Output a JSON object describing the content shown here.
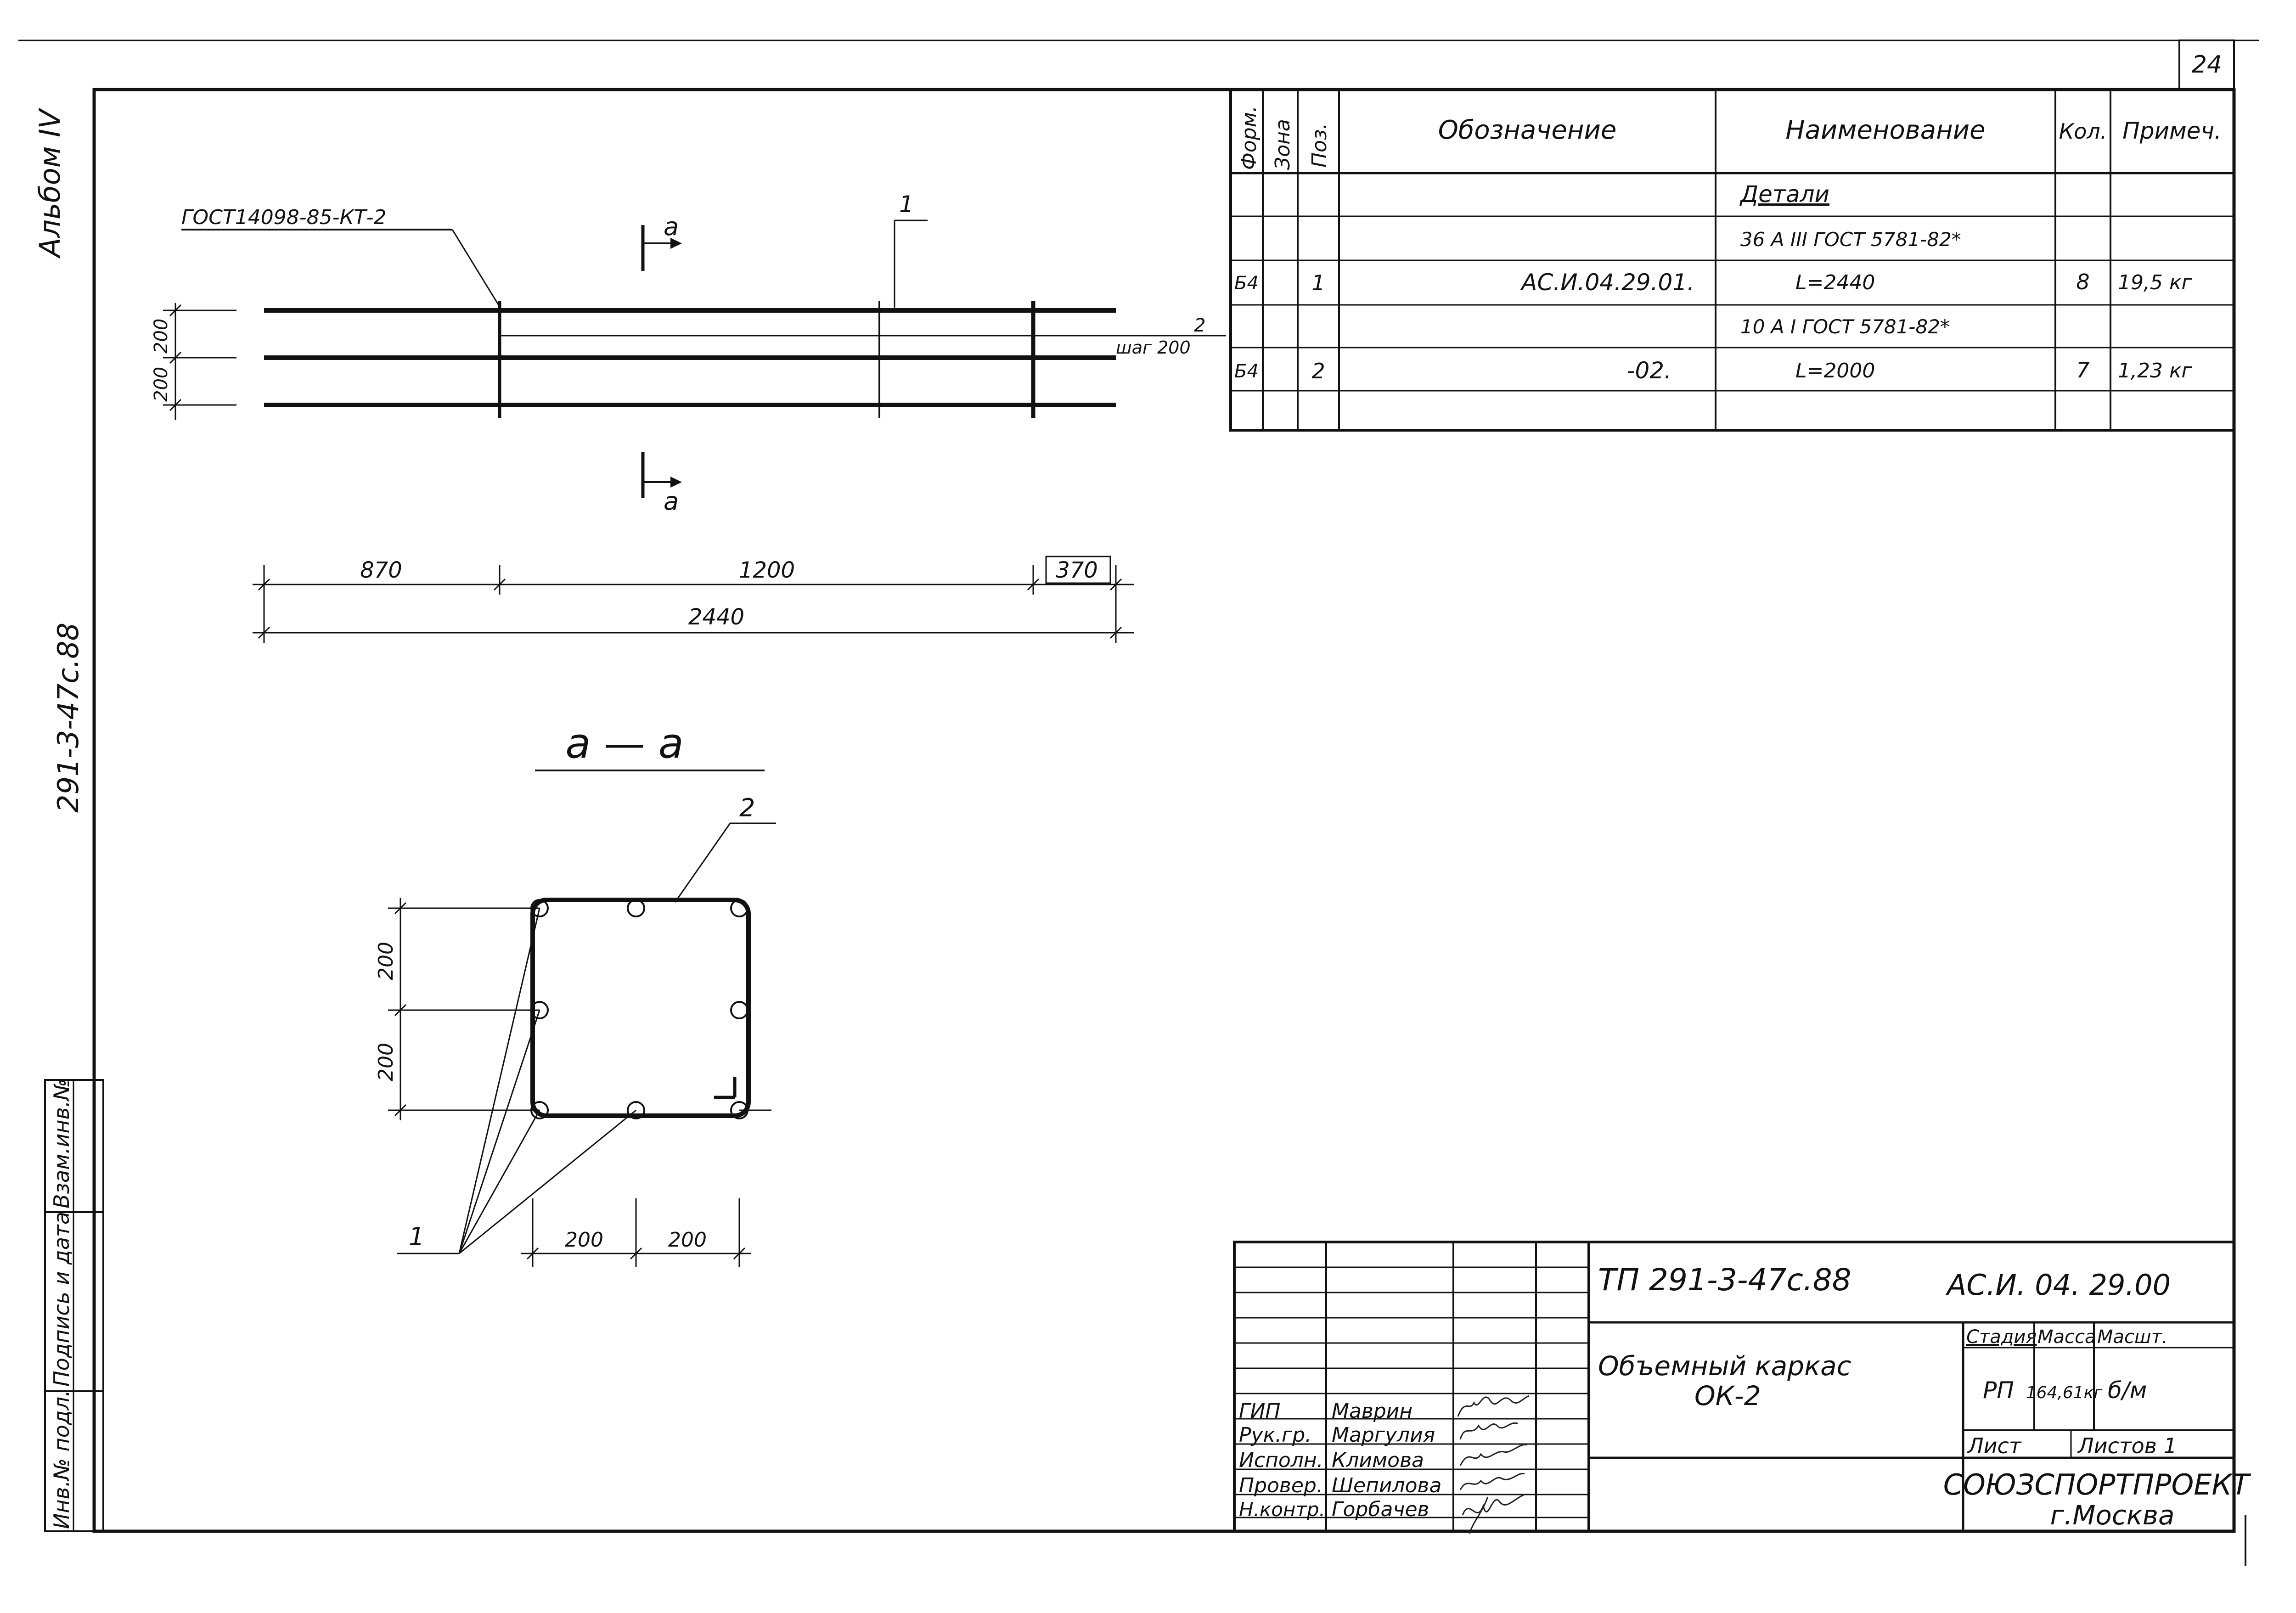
{
  "sheet_number": "24",
  "side_margin": {
    "album": "Альбом IV",
    "project_code": "291-3-47с.88",
    "stamp_labels": [
      "Инв.№ подл.",
      "Подпись и дата",
      "Взам.инв.№"
    ]
  },
  "spec_table": {
    "headers": [
      "Форм.",
      "Зона",
      "Поз.",
      "Обозначение",
      "Наименование",
      "Кол.",
      "Примеч."
    ],
    "rows": [
      {
        "format": "",
        "zone": "",
        "pos": "",
        "designation": "",
        "name": "Детали",
        "qty": "",
        "note": ""
      },
      {
        "format": "",
        "zone": "",
        "pos": "",
        "designation": "",
        "name": "36 А III  ГОСТ 5781-82*",
        "qty": "",
        "note": ""
      },
      {
        "format": "Б4",
        "zone": "",
        "pos": "1",
        "designation": "АС.И.04.29.01.",
        "name": "L=2440",
        "qty": "8",
        "note": "19,5 кг"
      },
      {
        "format": "",
        "zone": "",
        "pos": "",
        "designation": "",
        "name": "10 А I  ГОСТ 5781-82*",
        "qty": "",
        "note": ""
      },
      {
        "format": "Б4",
        "zone": "",
        "pos": "2",
        "designation": "-02.",
        "name": "L=2000",
        "qty": "7",
        "note": "1,23 кг"
      },
      {
        "format": "",
        "zone": "",
        "pos": "",
        "designation": "",
        "name": "",
        "qty": "",
        "note": ""
      }
    ]
  },
  "elevation": {
    "weld_note": "ГОСТ14098-85-КТ-2",
    "section_mark": "а",
    "pos1": "1",
    "pos2": "2",
    "step_note": "шаг 200",
    "side_dims": [
      "200",
      "200"
    ],
    "dims": {
      "left": "870",
      "middle": "1200",
      "right": "370",
      "total": "2440"
    }
  },
  "section": {
    "title": "а — а",
    "pos1": "1",
    "pos2": "2",
    "dims_vertical": [
      "200",
      "200"
    ],
    "dims_horizontal": [
      "200",
      "200"
    ]
  },
  "title_block": {
    "doc_code": "ТП 291-3-47с.88",
    "drawing_code": "АС.И. 04. 29.00",
    "title": "Объемный каркас",
    "subtitle": "ОК-2",
    "stage_label": "Стадия",
    "stage": "РП",
    "mass_label": "Масса",
    "mass": "164,61кг",
    "scale_label": "Масшт.",
    "scale": "б/м",
    "sheet_label": "Лист",
    "sheets_label": "Листов 1",
    "org": "СОЮЗСПОРТПРОЕКТ",
    "city": "г.Москва",
    "people": [
      {
        "role": "ГИП",
        "name": "Маврин"
      },
      {
        "role": "Рук.гр.",
        "name": "Маргулия"
      },
      {
        "role": "Исполн.",
        "name": "Климова"
      },
      {
        "role": "Провер.",
        "name": "Шепилова"
      },
      {
        "role": "Н.контр.",
        "name": "Горбачев"
      }
    ]
  }
}
